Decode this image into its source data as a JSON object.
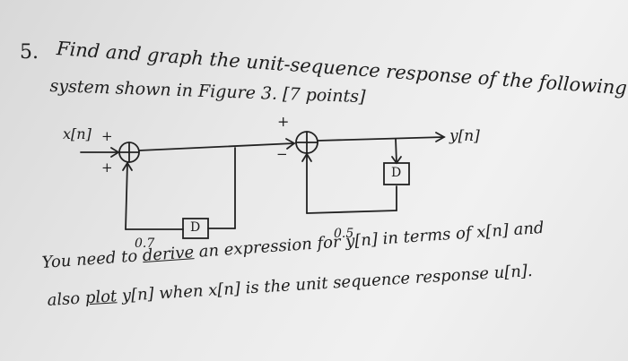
{
  "problem": {
    "number": "5.",
    "line1": "Find and graph the unit-sequence response of the following",
    "line2": "system shown in Figure 3.   [7 points]",
    "line3_a": "You need to ",
    "line3_b": "derive",
    "line3_c": " an expression for y[n] in terms of x[n] and",
    "line4_a": "also ",
    "line4_b": "plot",
    "line4_c": " y[n] when x[n] is the unit sequence response u[n]."
  },
  "diagram": {
    "input_label": "x[n]",
    "output_label": "y[n]",
    "sum1_sign_left": "+",
    "sum1_sign_bottom": "+",
    "sum2_sign_top": "+",
    "sum2_sign_left": "−",
    "delay1_label": "D",
    "delay2_label": "D",
    "gain1": "0.7",
    "gain2": "0.5"
  }
}
